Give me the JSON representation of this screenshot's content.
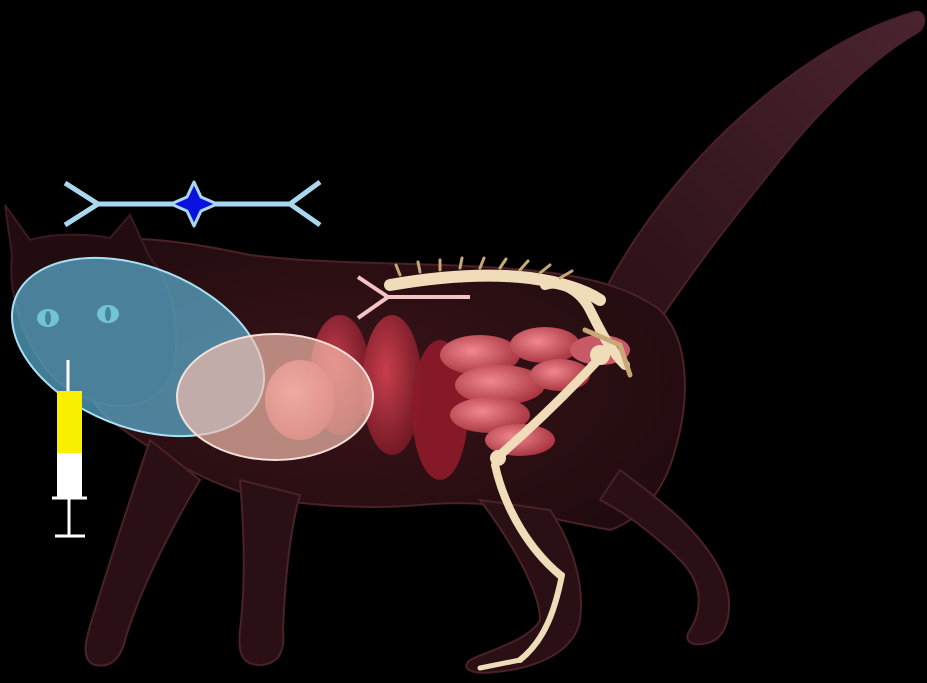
{
  "colors": {
    "background": "#000000",
    "cat_body": "#2a1014",
    "cat_body_edge": "#4a2128",
    "organ_red": "#b8333d",
    "organ_pink": "#e07078",
    "bone": "#f0dcb8",
    "bone_shade": "#c9a878",
    "eye": "#9fd8c8",
    "neuron_light_blue": "#a8d8f0",
    "neuron_dark_blue": "#0a10e0",
    "neuron_pink": "#f4c4c4",
    "head_ellipse_fill": "#5fb8dc",
    "head_ellipse_stroke": "#a8e0f4",
    "belly_ellipse_fill": "#f8c0b0",
    "belly_ellipse_stroke": "#f4e0d8",
    "syringe_yellow": "#f8f000",
    "syringe_white": "#ffffff"
  },
  "icons": {
    "sensory_neuron": "neuron-with-star-soma",
    "motor_neuron": "neuron-y-ending",
    "syringe": "syringe"
  }
}
